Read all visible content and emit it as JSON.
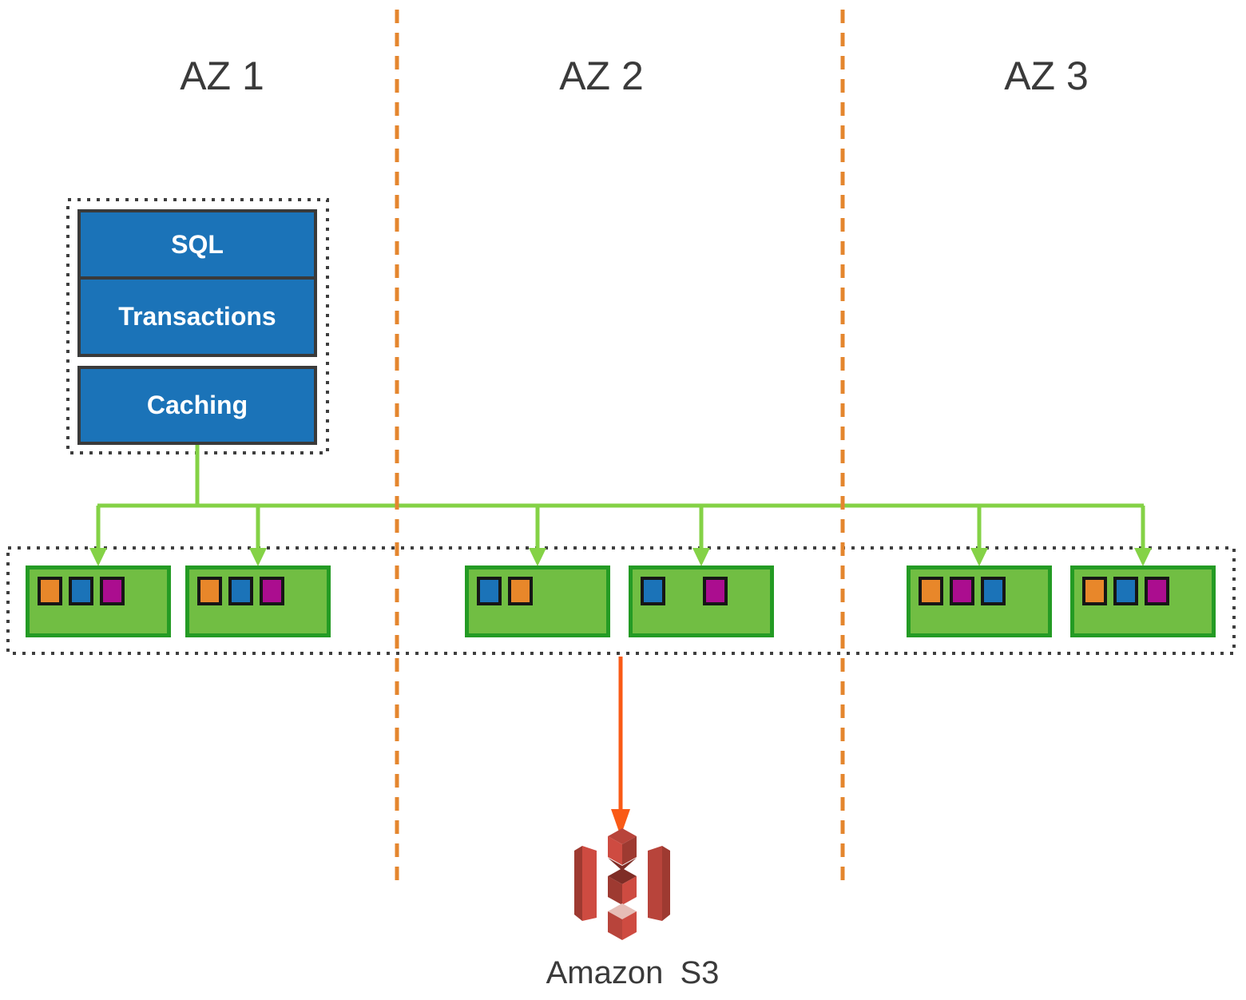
{
  "diagram": {
    "zones": [
      {
        "label": "AZ 1"
      },
      {
        "label": "AZ 2"
      },
      {
        "label": "AZ 3"
      }
    ],
    "database": {
      "layers": [
        {
          "label": "SQL"
        },
        {
          "label": "Transactions"
        },
        {
          "label": "Caching"
        }
      ]
    },
    "storage": {
      "nodes": [
        {
          "zone": "AZ 1",
          "segments": [
            "orange",
            "blue",
            "magenta"
          ]
        },
        {
          "zone": "AZ 1",
          "segments": [
            "orange",
            "blue",
            "magenta"
          ]
        },
        {
          "zone": "AZ 2",
          "segments": [
            "blue",
            "orange"
          ]
        },
        {
          "zone": "AZ 2",
          "segments": [
            "blue",
            null,
            "magenta"
          ]
        },
        {
          "zone": "AZ 3",
          "segments": [
            "orange",
            "magenta",
            "blue"
          ]
        },
        {
          "zone": "AZ 3",
          "segments": [
            "orange",
            "blue",
            "magenta"
          ]
        }
      ]
    },
    "s3": {
      "label": "Amazon S3",
      "icon": "amazon-s3-bucket-icon"
    }
  },
  "colors": {
    "az_separator_orange": "#E4862E",
    "connector_green": "#84D246",
    "database_layer_blue": "#1B73B8",
    "database_layer_border": "#3A3A3A",
    "dotted_border_gray": "#3E3E3E",
    "storage_node_green": "#71BE43",
    "storage_node_border_green": "#249B24",
    "segment_orange": "#E8872A",
    "segment_blue": "#1B73B8",
    "segment_magenta": "#AB0D8F",
    "segment_border_black": "#161616",
    "s3_arrow_orange": "#F95A16",
    "s3_red_light": "#CE4B41",
    "s3_red_mid": "#B8443B",
    "s3_red_dark": "#9E3A31",
    "s3_red_darker": "#7F2D26",
    "s3_top_pink": "#E6BDB6",
    "label_text_dark": "#3A3A3A",
    "layer_text_white": "#FFFFFF"
  }
}
